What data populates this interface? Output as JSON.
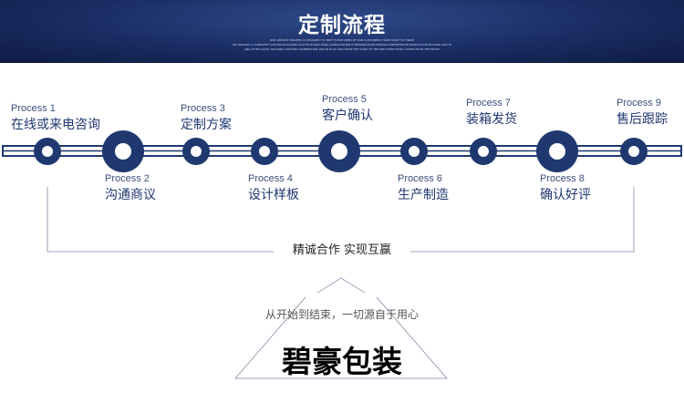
{
  "header": {
    "title": "定制流程",
    "subtitle_lines": [
      "OUR SERVICE PROCESS IS DESIGNED TO MEET EVERY NEED OF OUR CUSTOMERS FROM START TO FINISH",
      "WE PROVIDE A COMPLETE CUSTOM PACKAGING SOLUTION INCLUDING CONSULTATION COMMUNICATION DESIGN CONFIRMATION PRODUCTION PACKING AND SHIPPING",
      "AND AFTER SALES TRACKING SINCERE COOPERATION AND MUTUAL WIN FROM THE START TO THE END EVERYTHING COMES FROM THE HEART"
    ]
  },
  "steps": [
    {
      "en": "Process 1",
      "zh": "在线或来电咨询"
    },
    {
      "en": "Process 2",
      "zh": "沟通商议"
    },
    {
      "en": "Process 3",
      "zh": "定制方案"
    },
    {
      "en": "Process 4",
      "zh": "设计样板"
    },
    {
      "en": "Process 5",
      "zh": "客户确认"
    },
    {
      "en": "Process 6",
      "zh": "生产制造"
    },
    {
      "en": "Process 7",
      "zh": "装箱发货"
    },
    {
      "en": "Process 8",
      "zh": "确认好评"
    },
    {
      "en": "Process 9",
      "zh": "售后跟踪"
    }
  ],
  "slogan": "精诚合作  实现互赢",
  "tagline": "从开始到结束，一切源自于用心",
  "brand": {
    "name": "碧豪包装"
  },
  "colors": {
    "primary": "#1f3870",
    "header_dark": "#0e1b45",
    "line_gray": "#9aa4b8"
  }
}
